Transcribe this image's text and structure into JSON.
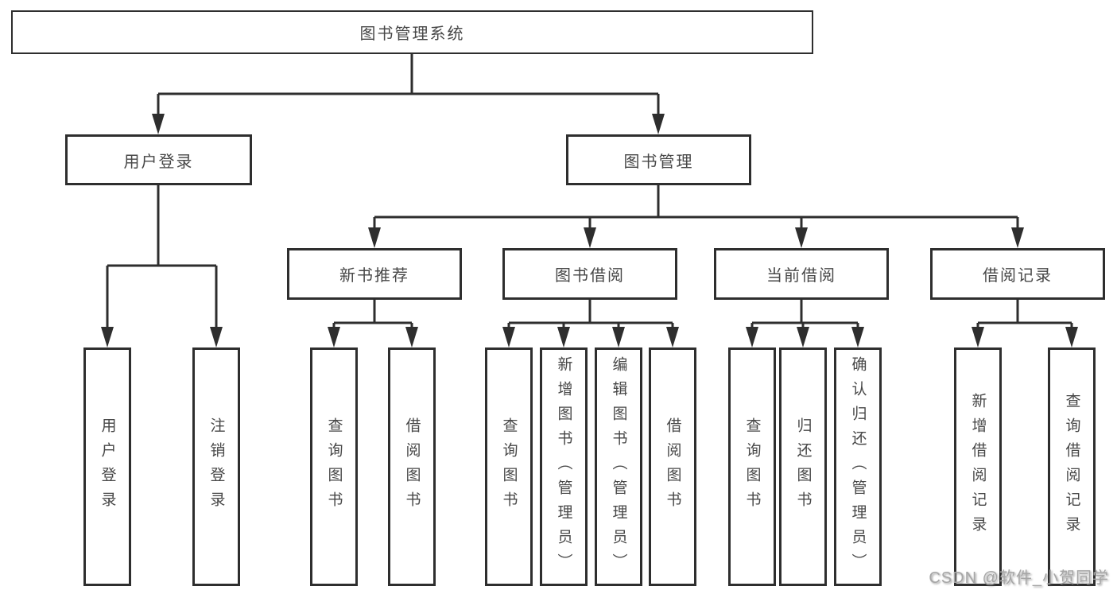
{
  "title": "图书管理系统",
  "tree": {
    "label": "图书管理系统",
    "children": [
      {
        "label": "用户登录",
        "children": [
          {
            "label": "用户登录"
          },
          {
            "label": "注销登录"
          }
        ]
      },
      {
        "label": "图书管理",
        "children": [
          {
            "label": "新书推荐",
            "children": [
              {
                "label": "查询图书"
              },
              {
                "label": "借阅图书"
              }
            ]
          },
          {
            "label": "图书借阅",
            "children": [
              {
                "label": "查询图书"
              },
              {
                "label": "新增图书（管理员）"
              },
              {
                "label": "编辑图书（管理员）"
              },
              {
                "label": "借阅图书"
              }
            ]
          },
          {
            "label": "当前借阅",
            "children": [
              {
                "label": "查询图书"
              },
              {
                "label": "归还图书"
              },
              {
                "label": "确认归还（管理员）"
              }
            ]
          },
          {
            "label": "借阅记录",
            "children": [
              {
                "label": "新增借阅记录"
              },
              {
                "label": "查询借阅记录"
              }
            ]
          }
        ]
      }
    ]
  },
  "watermark": {
    "text": "CSDN @软件_小贺同学"
  },
  "colors": {
    "line": "#2e2e2e",
    "text": "#474747",
    "background": "#ffffff",
    "watermark": "#a6a6a6"
  }
}
